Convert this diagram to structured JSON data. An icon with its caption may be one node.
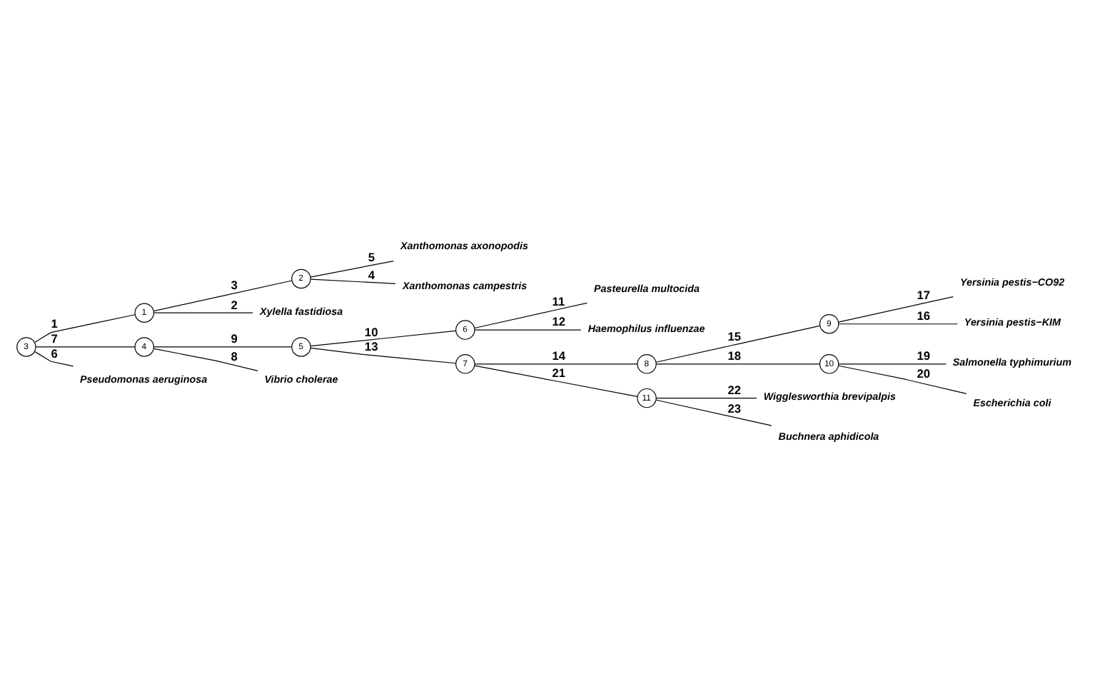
{
  "diagram": {
    "nodes": [
      {
        "text": [
          "1"
        ]
      },
      {
        "text": [
          "2"
        ]
      },
      {
        "text": [
          "3"
        ]
      },
      {
        "text": [
          "4"
        ]
      },
      {
        "text": [
          "5"
        ]
      },
      {
        "text": [
          "6"
        ]
      },
      {
        "text": [
          "7"
        ]
      },
      {
        "text": [
          "8"
        ]
      },
      {
        "text": [
          "9"
        ]
      },
      {
        "text": [
          "10"
        ]
      },
      {
        "text": [
          "11"
        ]
      },
      {
        "text": [
          "Pasteurella multocida"
        ]
      },
      {
        "text": [
          "Haemophilus influenzae"
        ]
      },
      {
        "text": [
          "Yersinia pestis−CO92"
        ]
      },
      {
        "text": [
          "Yersinia pestis−KIM"
        ]
      },
      {
        "text": [
          "Salmonella typhimurium"
        ]
      },
      {
        "text": [
          "Escherichia coli"
        ]
      },
      {
        "text": [
          "Wigglesworthia brevipalpis"
        ]
      },
      {
        "text": [
          "Buchnera aphidicola"
        ]
      },
      {
        "text": [
          "Vibrio cholerae"
        ]
      },
      {
        "text": [
          "Pseudomonas aeruginosa"
        ]
      },
      {
        "text": [
          "Xylella fastidiosa"
        ]
      },
      {
        "text": [
          "Xanthomonas axonopodis"
        ]
      },
      {
        "text": [
          "Xanthomonas campestris"
        ]
      }
    ],
    "edges": [
      {
        "from": 2,
        "to": 0,
        "arrow": "none",
        "label": "1"
      },
      {
        "from": 0,
        "to": 21,
        "arrow": "none",
        "label": "2"
      },
      {
        "from": 0,
        "to": 1,
        "arrow": "none",
        "label": "3"
      },
      {
        "from": 1,
        "to": 23,
        "arrow": "none",
        "label": "4"
      },
      {
        "from": 1,
        "to": 22,
        "arrow": "none",
        "label": "5"
      },
      {
        "from": 2,
        "to": 20,
        "arrow": "none",
        "label": "6"
      },
      {
        "from": 2,
        "to": 3,
        "arrow": "none",
        "label": "7"
      },
      {
        "from": 3,
        "to": 19,
        "arrow": "none",
        "label": "8"
      },
      {
        "from": 3,
        "to": 4,
        "arrow": "none",
        "label": "9"
      },
      {
        "from": 4,
        "to": 5,
        "arrow": "none",
        "label": "10"
      },
      {
        "from": 5,
        "to": 11,
        "arrow": "none",
        "label": "11"
      },
      {
        "from": 5,
        "to": 12,
        "arrow": "none",
        "label": "12"
      },
      {
        "from": 4,
        "to": 6,
        "arrow": "none",
        "label": "13"
      },
      {
        "from": 6,
        "to": 7,
        "arrow": "none",
        "label": "14"
      },
      {
        "from": 7,
        "to": 8,
        "arrow": "none",
        "label": "15"
      },
      {
        "from": 8,
        "to": 14,
        "arrow": "none",
        "label": "16"
      },
      {
        "from": 8,
        "to": 13,
        "arrow": "none",
        "label": "17"
      },
      {
        "from": 7,
        "to": 9,
        "arrow": "none",
        "label": "18"
      },
      {
        "from": 9,
        "to": 15,
        "arrow": "none",
        "label": "19"
      },
      {
        "from": 9,
        "to": 16,
        "arrow": "none",
        "label": "20"
      },
      {
        "from": 6,
        "to": 10,
        "arrow": "none",
        "label": "21"
      },
      {
        "from": 10,
        "to": 17,
        "arrow": "none",
        "label": "22"
      },
      {
        "from": 10,
        "to": 18,
        "arrow": "none",
        "label": "23"
      }
    ]
  }
}
